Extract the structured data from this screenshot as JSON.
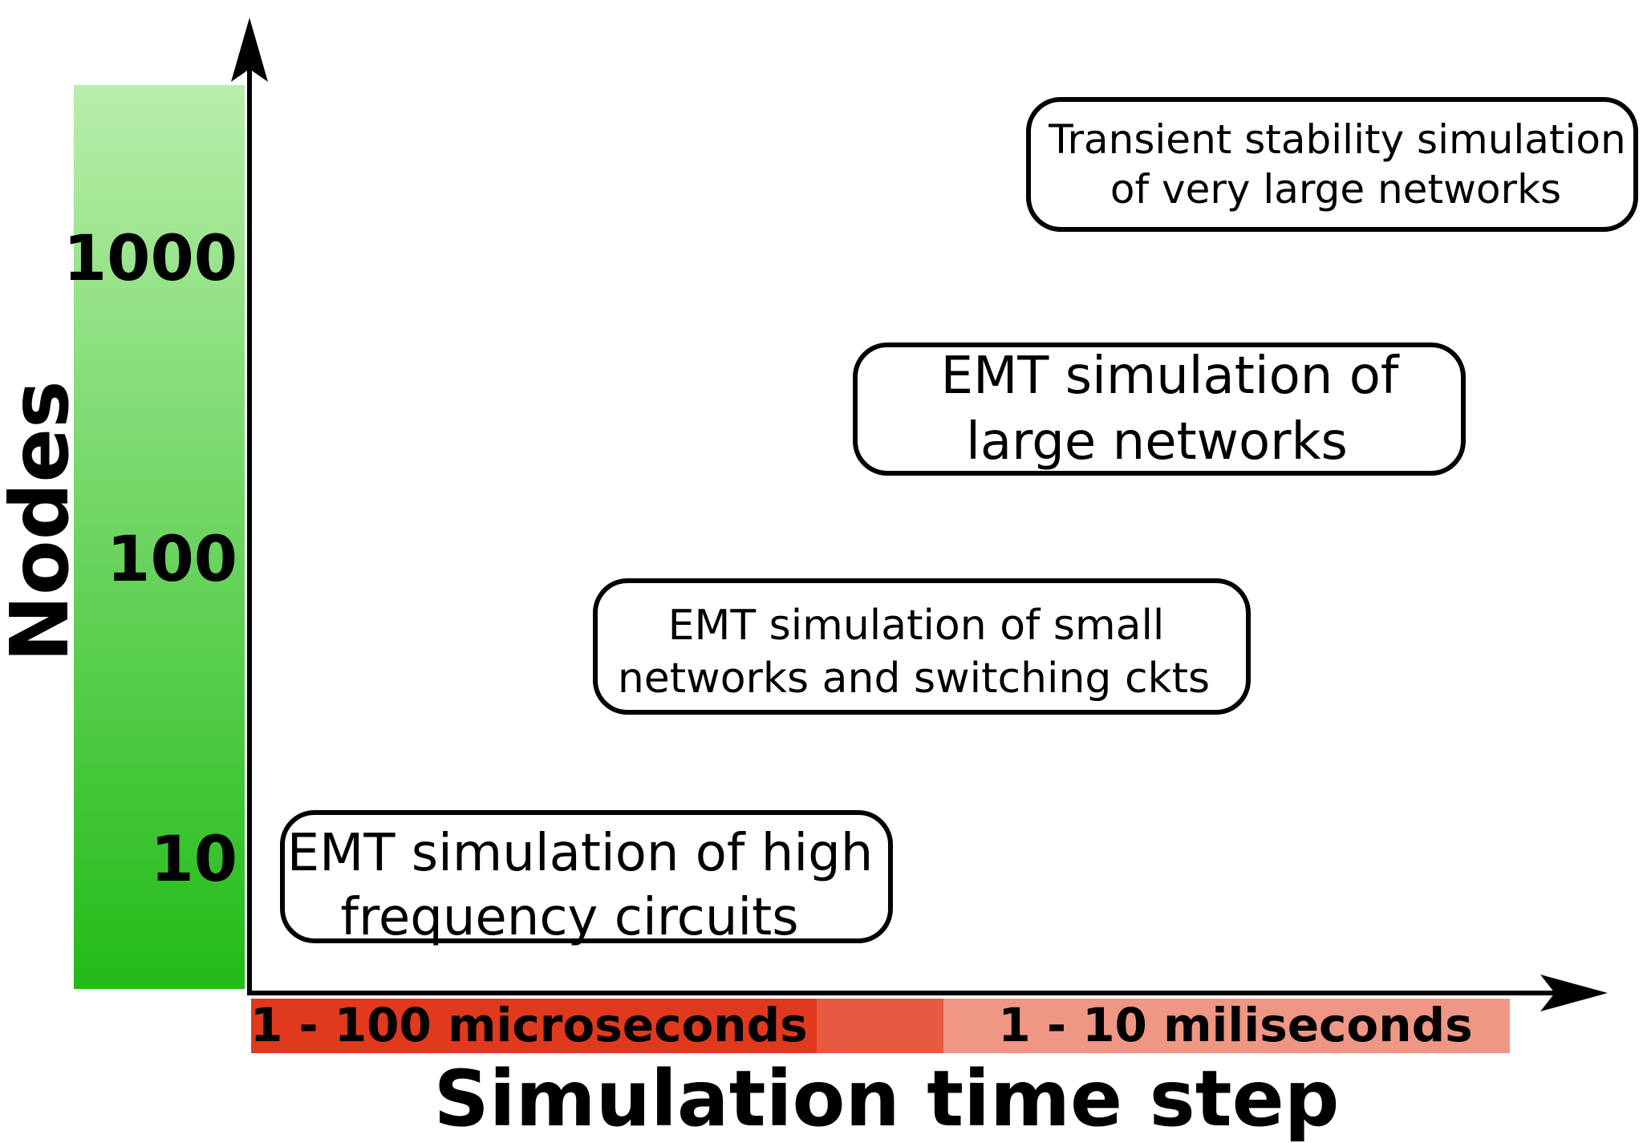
{
  "y_axis": {
    "title": "Nodes",
    "ticks": [
      "1000",
      "100",
      "10"
    ]
  },
  "x_axis": {
    "title": "Simulation time step",
    "bands": [
      "1 - 100 microseconds",
      "1 - 10 miliseconds"
    ]
  },
  "boxes": [
    {
      "line1": "Transient stability simulation",
      "line2": "of very large networks"
    },
    {
      "line1": "EMT simulation of",
      "line2": "large networks"
    },
    {
      "line1": "EMT simulation of small",
      "line2": "networks and switching ckts"
    },
    {
      "line1": "EMT simulation of high",
      "line2": "frequency circuits"
    }
  ],
  "colors": {
    "green_top": "#b8eeaa",
    "green_bottom": "#22bb18",
    "band_dark": "#e0391e",
    "band_mid": "#e55a40",
    "band_light": "#ef9684",
    "axis": "#000000"
  }
}
